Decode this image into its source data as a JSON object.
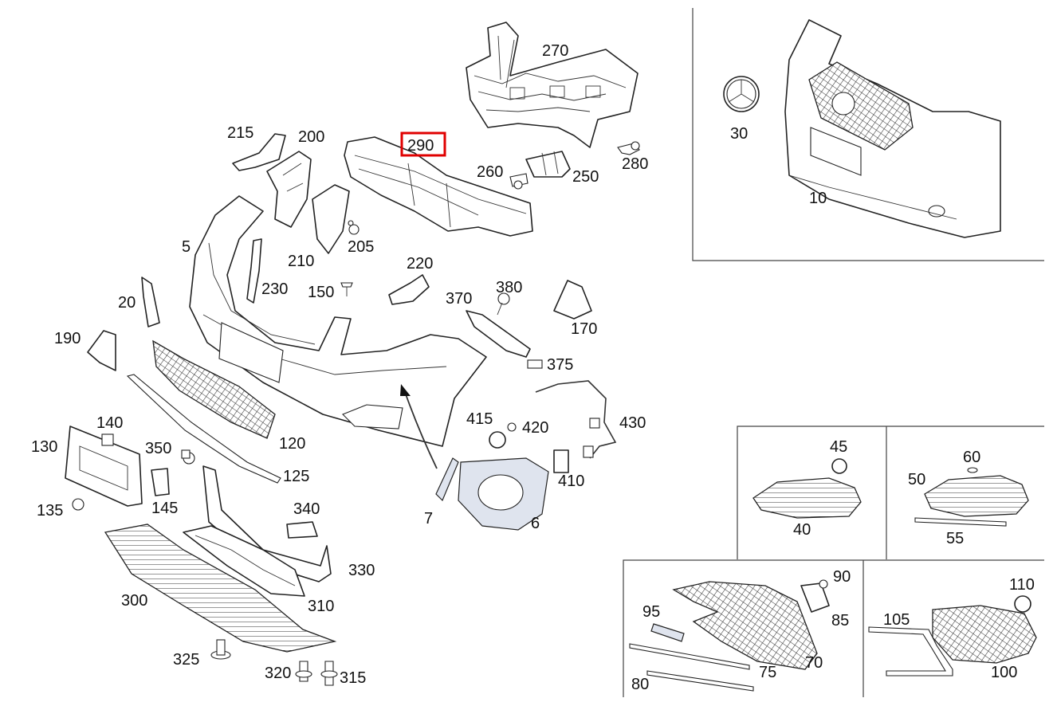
{
  "highlighted_part": "290",
  "callouts": {
    "p5": "5",
    "p6": "6",
    "p7": "7",
    "p10": "10",
    "p20": "20",
    "p30": "30",
    "p40": "40",
    "p45": "45",
    "p50": "50",
    "p55": "55",
    "p60": "60",
    "p70": "70",
    "p75": "75",
    "p80": "80",
    "p85": "85",
    "p90": "90",
    "p95": "95",
    "p100": "100",
    "p105": "105",
    "p110": "110",
    "p120": "120",
    "p125": "125",
    "p130": "130",
    "p135": "135",
    "p140": "140",
    "p145": "145",
    "p150": "150",
    "p170": "170",
    "p190": "190",
    "p200": "200",
    "p205": "205",
    "p210": "210",
    "p215": "215",
    "p220": "220",
    "p230": "230",
    "p250": "250",
    "p260": "260",
    "p270": "270",
    "p280": "280",
    "p290": "290",
    "p300": "300",
    "p310": "310",
    "p315": "315",
    "p320": "320",
    "p325": "325",
    "p330": "330",
    "p340": "340",
    "p350": "350",
    "p370": "370",
    "p375": "375",
    "p380": "380",
    "p410": "410",
    "p415": "415",
    "p420": "420",
    "p430": "430"
  }
}
